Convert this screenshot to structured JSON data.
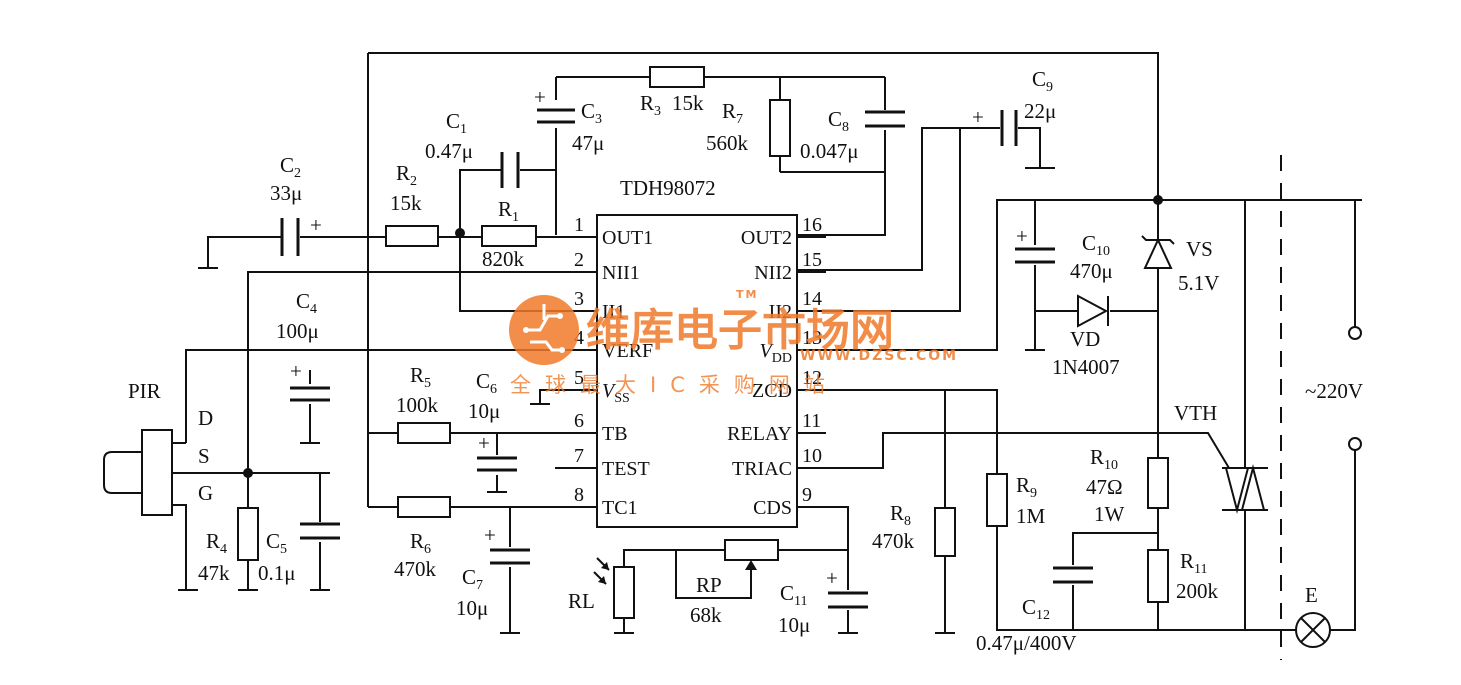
{
  "ic": {
    "name": "TDH98072",
    "left_pins": [
      {
        "num": "1",
        "name": "OUT1"
      },
      {
        "num": "2",
        "name": "NII1"
      },
      {
        "num": "3",
        "name": "II1"
      },
      {
        "num": "4",
        "name": "VERF"
      },
      {
        "num": "5",
        "name": "V",
        "sub": "SS"
      },
      {
        "num": "6",
        "name": "TB"
      },
      {
        "num": "7",
        "name": "TEST"
      },
      {
        "num": "8",
        "name": "TC1"
      }
    ],
    "right_pins": [
      {
        "num": "16",
        "name": "OUT2"
      },
      {
        "num": "15",
        "name": "NII2"
      },
      {
        "num": "14",
        "name": "II2"
      },
      {
        "num": "13",
        "name": "V",
        "sub": "DD"
      },
      {
        "num": "12",
        "name": "ZCD"
      },
      {
        "num": "11",
        "name": "RELAY"
      },
      {
        "num": "10",
        "name": "TRIAC"
      },
      {
        "num": "9",
        "name": "CDS"
      }
    ]
  },
  "components": {
    "C1": {
      "ref": "C",
      "sub": "1",
      "value": "0.47μ"
    },
    "C2": {
      "ref": "C",
      "sub": "2",
      "value": "33μ"
    },
    "C3": {
      "ref": "C",
      "sub": "3",
      "value": "47μ"
    },
    "C4": {
      "ref": "C",
      "sub": "4",
      "value": "100μ"
    },
    "C5": {
      "ref": "C",
      "sub": "5",
      "value": "0.1μ"
    },
    "C6": {
      "ref": "C",
      "sub": "6",
      "value": "10μ"
    },
    "C7": {
      "ref": "C",
      "sub": "7",
      "value": "10μ"
    },
    "C8": {
      "ref": "C",
      "sub": "8",
      "value": "0.047μ"
    },
    "C9": {
      "ref": "C",
      "sub": "9",
      "value": "22μ"
    },
    "C10": {
      "ref": "C",
      "sub": "10",
      "value": "470μ"
    },
    "C11": {
      "ref": "C",
      "sub": "11",
      "value": "10μ"
    },
    "C12": {
      "ref": "C",
      "sub": "12",
      "value": "0.47μ/400V"
    },
    "R1": {
      "ref": "R",
      "sub": "1",
      "value": "820k"
    },
    "R2": {
      "ref": "R",
      "sub": "2",
      "value": "15k"
    },
    "R3": {
      "ref": "R",
      "sub": "3",
      "value": "15k"
    },
    "R4": {
      "ref": "R",
      "sub": "4",
      "value": "47k"
    },
    "R5": {
      "ref": "R",
      "sub": "5",
      "value": "100k"
    },
    "R6": {
      "ref": "R",
      "sub": "6",
      "value": "470k"
    },
    "R7": {
      "ref": "R",
      "sub": "7",
      "value": "560k"
    },
    "R8": {
      "ref": "R",
      "sub": "8",
      "value": "470k"
    },
    "R9": {
      "ref": "R",
      "sub": "9",
      "value": "1M"
    },
    "R10": {
      "ref": "R",
      "sub": "10",
      "value": "47Ω",
      "value2": "1W"
    },
    "R11": {
      "ref": "R",
      "sub": "11",
      "value": "200k"
    },
    "RP": {
      "ref": "RP",
      "value": "68k"
    },
    "RL": {
      "ref": "RL"
    },
    "VS": {
      "ref": "VS",
      "value": "5.1V"
    },
    "VD": {
      "ref": "VD",
      "value": "1N4007"
    },
    "VTH": {
      "ref": "VTH"
    },
    "E": {
      "ref": "E"
    },
    "PIR": {
      "ref": "PIR",
      "pins": [
        "D",
        "S",
        "G"
      ]
    },
    "AC": {
      "label": "~220V"
    },
    "plus_sign": "+"
  },
  "watermark": {
    "title": "维库电子市场网",
    "tm": "TM",
    "url": "WWW.DZSC.COM",
    "slogan": "全球最大IC采购网站",
    "color": "#f07a2a"
  }
}
